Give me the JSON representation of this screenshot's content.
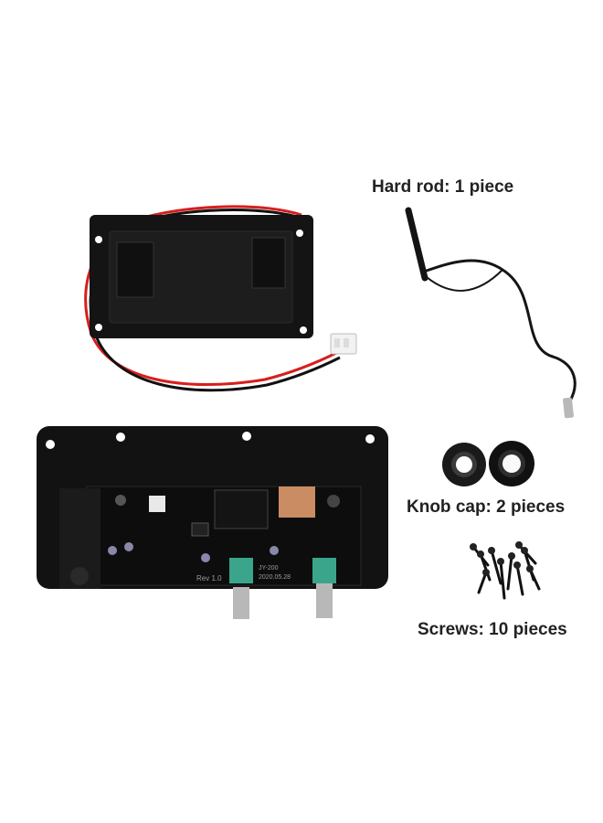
{
  "labels": {
    "hard_rod": "Hard rod: 1 piece",
    "knob_cap": "Knob cap: 2 pieces",
    "screws": "Screws: 10 pieces"
  },
  "board_print": {
    "rev": "Rev 1.0",
    "model": "JY-200",
    "date": "2020.05.28"
  },
  "colors": {
    "background": "#ffffff",
    "plastic": "#141414",
    "wire_red": "#d81e1e",
    "wire_black": "#111111",
    "pcb": "#0d0d0d",
    "pot_green": "#3aa58a",
    "chrome": "#b8b8b8",
    "copper": "#c98c63"
  },
  "icons": {
    "battery_box": "battery-box-photo",
    "hard_rod": "piezo-rod-photo",
    "knob_caps": "knob-cap-photo",
    "screws": "screw-photo",
    "preamp_board": "preamp-board-photo"
  }
}
